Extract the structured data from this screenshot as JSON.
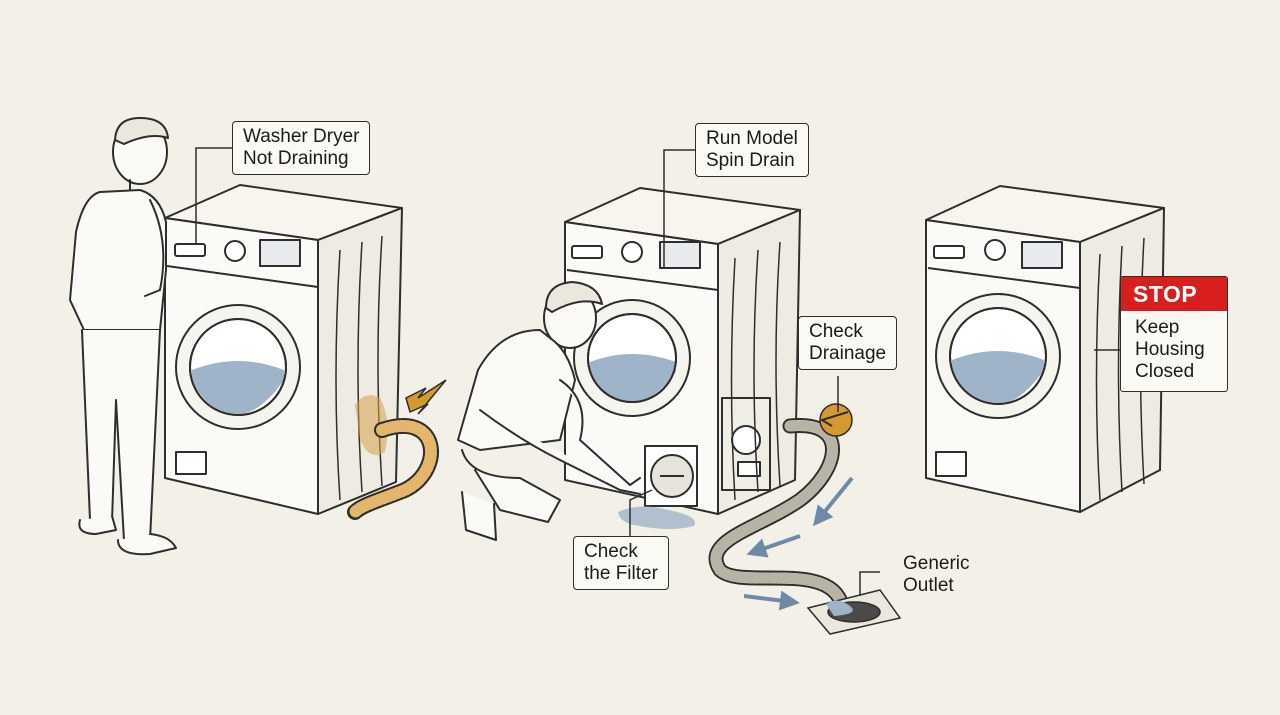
{
  "labels": {
    "title": {
      "line1": "Washer Dryer",
      "line2": "Not Draining"
    },
    "run_model": {
      "line1": "Run Model",
      "line2": "Spin Drain"
    },
    "check_drainage": {
      "line1": "Check",
      "line2": "Drainage"
    },
    "check_filter": {
      "line1": "Check",
      "line2": "the Filter"
    },
    "generic_outlet": {
      "line1": "Generic",
      "line2": "Outlet"
    },
    "stop": {
      "heading": "STOP",
      "line1": "Keep",
      "line2": "Housing",
      "line3": "Closed"
    }
  },
  "colors": {
    "background": "#f3f0e8",
    "outline": "#2e2e2e",
    "water": "#9fb4c8",
    "hose_accent": "#d7a04a",
    "arrow_accent": "#d4992f",
    "flow_arrow": "#6f8aa6",
    "stop_red": "#d91e1e"
  }
}
